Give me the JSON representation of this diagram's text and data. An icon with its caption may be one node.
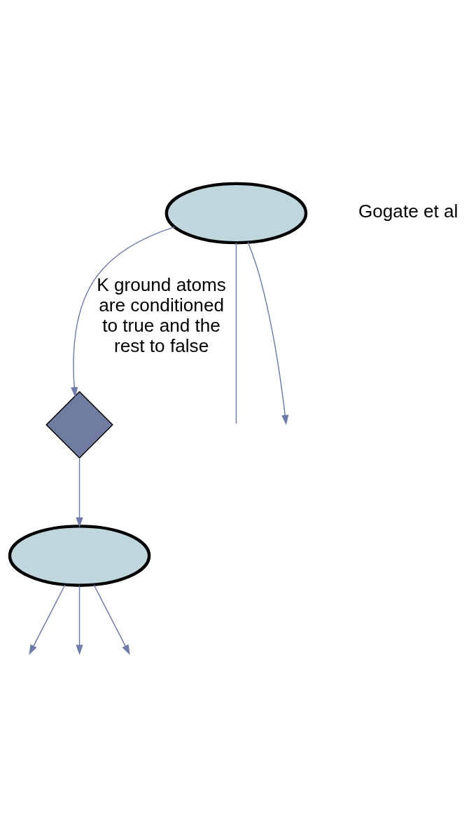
{
  "diagram": {
    "nodes": [
      {
        "text": [],
        "shape": "ellipse"
      },
      {
        "text": [],
        "shape": "diamond"
      },
      {
        "text": [],
        "shape": "ellipse"
      }
    ],
    "edges": [
      {
        "from": 0,
        "to": null,
        "arrow": "none"
      },
      {
        "from": 0,
        "to": 1,
        "arrow": "to",
        "label": "K ground atoms are conditioned to true and the rest to false"
      },
      {
        "from": 0,
        "to": null,
        "arrow": "to"
      },
      {
        "from": 1,
        "to": 2,
        "arrow": "to"
      },
      {
        "from": 2,
        "to": null,
        "arrow": "to"
      },
      {
        "from": 2,
        "to": null,
        "arrow": "to"
      },
      {
        "from": 2,
        "to": null,
        "arrow": "to"
      }
    ],
    "labels": [
      "Gogate et al"
    ]
  }
}
